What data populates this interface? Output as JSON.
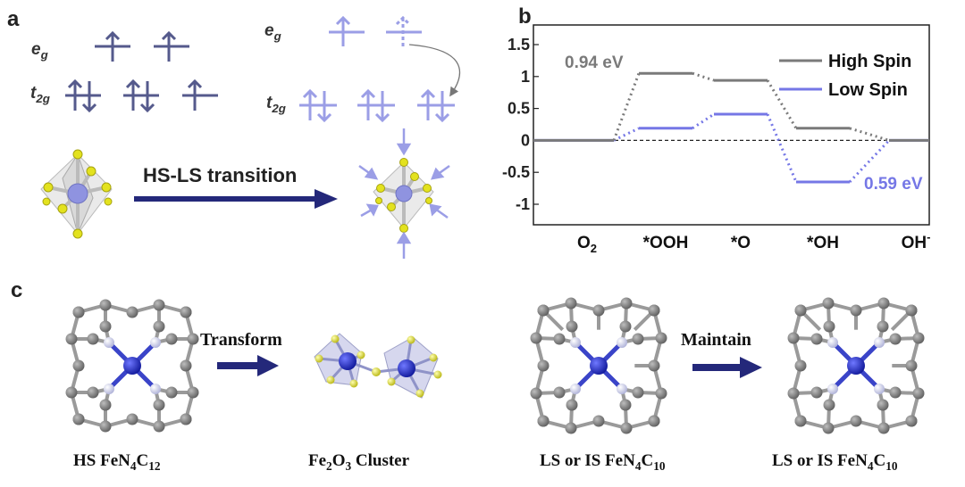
{
  "panels": {
    "a": "a",
    "b": "b",
    "c": "c"
  },
  "panel_a": {
    "hs_eg_label": "e",
    "hs_eg_sub": "g",
    "hs_t2g_label": "t",
    "hs_t2g_sub": "2g",
    "ls_eg_label": "e",
    "ls_eg_sub": "g",
    "ls_t2g_label": "t",
    "ls_t2g_sub": "2g",
    "transition_label": "HS-LS transition",
    "colors": {
      "hs": "#555a8c",
      "ls": "#9b9ee6",
      "arrow": "#24287a",
      "sulfur": "#e3e21e",
      "iron": "#8f93e0"
    }
  },
  "chart_data": {
    "type": "line",
    "categories": [
      "O2",
      "*OOH",
      "*O",
      "*OH",
      "OH-"
    ],
    "category_display": [
      {
        "base": "O",
        "sub": "2",
        "sup": ""
      },
      {
        "base": "*OOH",
        "sub": "",
        "sup": ""
      },
      {
        "base": "*O",
        "sub": "",
        "sup": ""
      },
      {
        "base": "*OH",
        "sub": "",
        "sup": ""
      },
      {
        "base": "OH",
        "sub": "",
        "sup": "-"
      }
    ],
    "series": [
      {
        "name": "High Spin",
        "color": "#7a7a7a",
        "values": [
          0,
          1.05,
          0.94,
          0.19,
          0
        ]
      },
      {
        "name": "Low Spin",
        "color": "#7577e6",
        "values": [
          0,
          0.19,
          0.41,
          -0.65,
          0
        ]
      }
    ],
    "ylim": [
      -1,
      1.5
    ],
    "yticks": [
      "1.5",
      "1",
      "0.5",
      "0",
      "-0.5",
      "-1"
    ],
    "ytick_values": [
      1.5,
      1,
      0.5,
      0,
      -0.5,
      -1
    ],
    "zero_line": "dashed",
    "legend_position": "top-right",
    "annotations": [
      {
        "text": "0.94 eV",
        "color": "#7a7a7a"
      },
      {
        "text": "0.59 eV",
        "color": "#7577e6"
      }
    ],
    "xlabel": "",
    "ylabel": ""
  },
  "panel_c": {
    "transform_label": "Transform",
    "maintain_label": "Maintain",
    "captions": [
      {
        "text": "HS FeN",
        "sub1": "4",
        "mid": "C",
        "sub2": "12"
      },
      {
        "text": "Fe",
        "sub1": "2",
        "mid": "O",
        "sub2": "3",
        "tail": " Cluster"
      },
      {
        "text": "LS or IS FeN",
        "sub1": "4",
        "mid": "C",
        "sub2": "10"
      },
      {
        "text": "LS or IS FeN",
        "sub1": "4",
        "mid": "C",
        "sub2": "10"
      }
    ],
    "colors": {
      "carbon": "#7d7d7d",
      "nitrogen": "#c9cbe6",
      "iron": "#1f2ad4",
      "arrow": "#24287a"
    }
  }
}
